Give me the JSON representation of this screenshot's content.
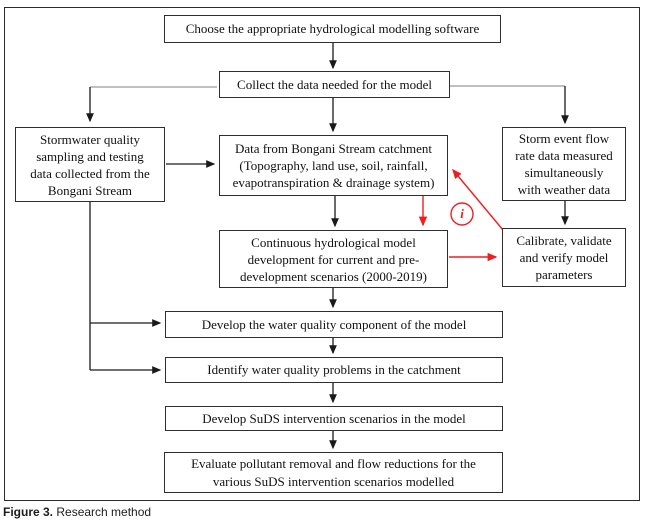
{
  "figure": {
    "caption_label": "Figure 3.",
    "caption_text": " Research method"
  },
  "flowchart": {
    "nodes": {
      "choose": "Choose the appropriate hydrological modelling software",
      "collect": "Collect the data needed for the model",
      "stormwater": "Stormwater quality\nsampling and testing\ndata collected  from the\nBongani Stream",
      "catchment": "Data from Bongani Stream catchment\n(Topography, land use, soil, rainfall,\nevapotranspiration & drainage system)",
      "storm_event": "Storm event flow\nrate data measured\nsimultaneously\nwith weather data",
      "continuous": "Continuous hydrological model\ndevelopment for current and pre-\ndevelopment scenarios (2000-2019)",
      "calibrate": "Calibrate, validate\nand verify model\nparameters",
      "develop_wq": "Develop the water quality component of the model",
      "identify": "Identify water quality problems in the catchment",
      "develop_suds": "Develop SuDS intervention scenarios in the model",
      "evaluate": "Evaluate pollutant removal and flow reductions for the\nvarious SuDS intervention scenarios modelled"
    },
    "annotation": {
      "label": "i"
    },
    "colors": {
      "line": "#1a1a1a",
      "rail": "#9a9a9a",
      "highlight": "#ef1f1f",
      "box_border": "#2e2e2e"
    }
  }
}
